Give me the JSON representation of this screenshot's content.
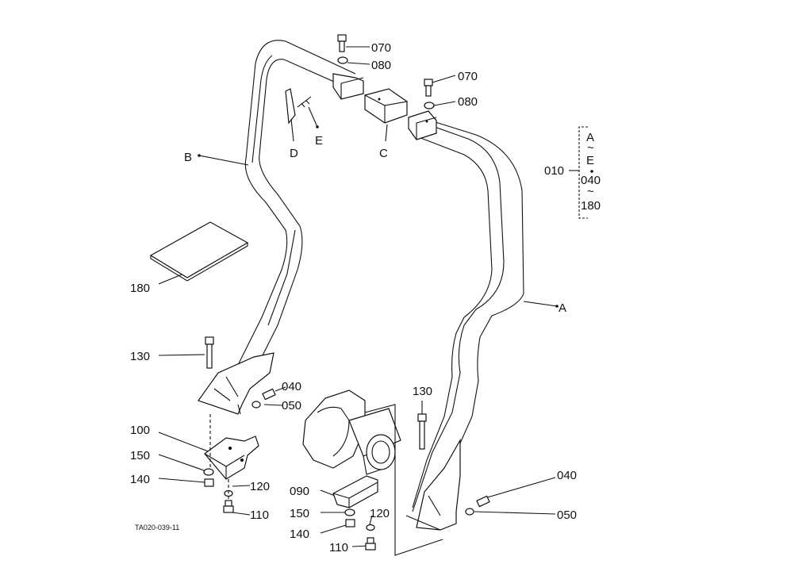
{
  "diagram": {
    "code": "TA020-039-11",
    "group": {
      "label": "010",
      "items": [
        "A",
        "~",
        "E",
        "040",
        "~",
        "180"
      ]
    },
    "labels": {
      "B": "B",
      "D": "D",
      "E": "E",
      "C": "C",
      "A": "A",
      "p070a": "070",
      "p080a": "080",
      "p070b": "070",
      "p080b": "080",
      "p180": "180",
      "p130a": "130",
      "p040a": "040",
      "p050a": "050",
      "p100": "100",
      "p150a": "150",
      "p140a": "140",
      "p120a": "120",
      "p110a": "110",
      "p130b": "130",
      "p090": "090",
      "p150b": "150",
      "p120b": "120",
      "p140b": "140",
      "p110b": "110",
      "p040b": "040",
      "p050b": "050"
    }
  }
}
